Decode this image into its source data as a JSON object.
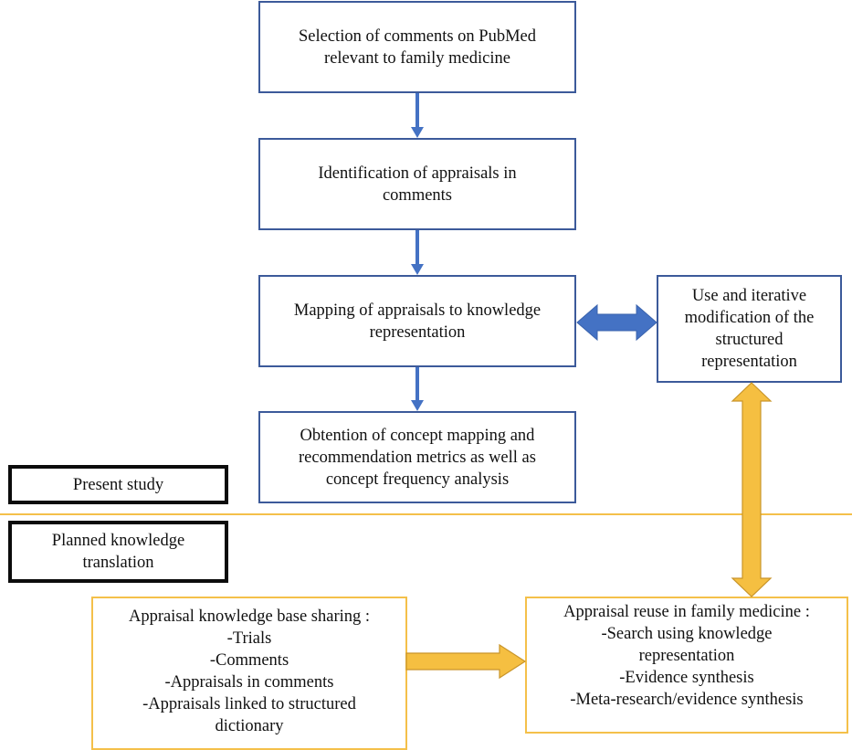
{
  "study_flow": {
    "steps": [
      {
        "id": "selection",
        "lines": [
          "Selection of comments on PubMed",
          "relevant to family medicine"
        ]
      },
      {
        "id": "identification",
        "lines": [
          "Identification of appraisals in",
          "comments"
        ]
      },
      {
        "id": "mapping",
        "lines": [
          "Mapping of appraisals to knowledge",
          "representation"
        ]
      },
      {
        "id": "obtention",
        "lines": [
          "Obtention of concept mapping and",
          "recommendation metrics as well as",
          "concept frequency analysis"
        ]
      }
    ],
    "iterative_box": {
      "lines": [
        "Use and iterative",
        "modification of the",
        "structured",
        "representation"
      ]
    }
  },
  "phase_labels": {
    "present": {
      "lines": [
        "Present study"
      ]
    },
    "planned": {
      "lines": [
        "Planned knowledge",
        "translation"
      ]
    }
  },
  "knowledge_translation": {
    "sharing": {
      "lines": [
        "Appraisal knowledge base sharing :",
        "-Trials",
        "-Comments",
        "-Appraisals in comments",
        "-Appraisals linked to structured",
        "dictionary"
      ]
    },
    "reuse": {
      "lines": [
        "Appraisal reuse in family medicine :",
        "-Search using knowledge",
        "representation",
        "-Evidence synthesis",
        "-Meta-research/evidence synthesis"
      ]
    }
  },
  "colors": {
    "blue_border": "#3c5a9a",
    "blue_arrow": "#4472c4",
    "gold_border": "#f4c04a",
    "gold_arrow": "#f5bf41",
    "gold_arrow_outline": "#c9952a",
    "black_border": "#0c0c0c"
  }
}
